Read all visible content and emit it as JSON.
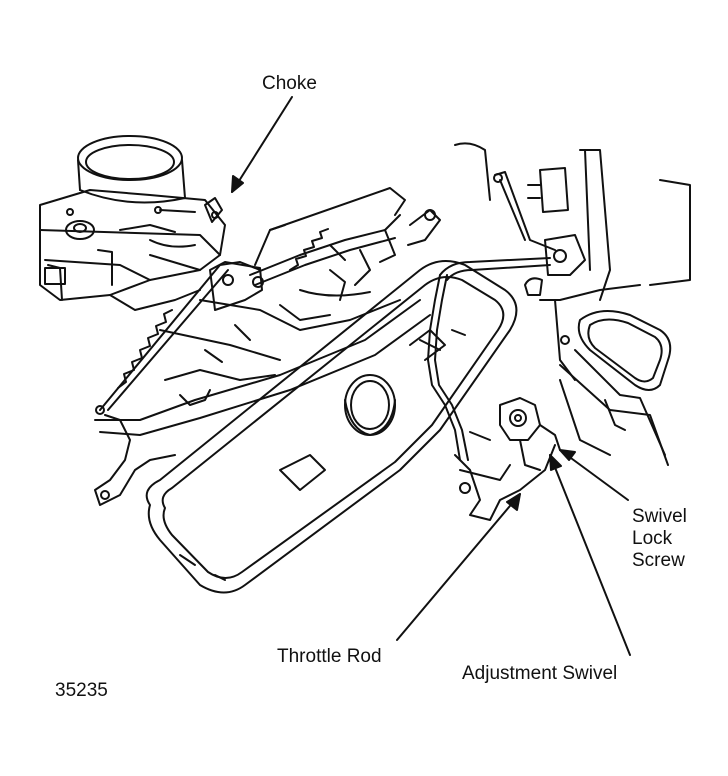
{
  "labels": {
    "choke": "Choke",
    "swivel_lock_screw": [
      "Swivel",
      "Lock",
      "Screw"
    ],
    "throttle_rod": "Throttle Rod",
    "adjustment_swivel": "Adjustment Swivel",
    "figure_number": "35235"
  },
  "colors": {
    "ink": "#111111",
    "background": "#ffffff"
  }
}
